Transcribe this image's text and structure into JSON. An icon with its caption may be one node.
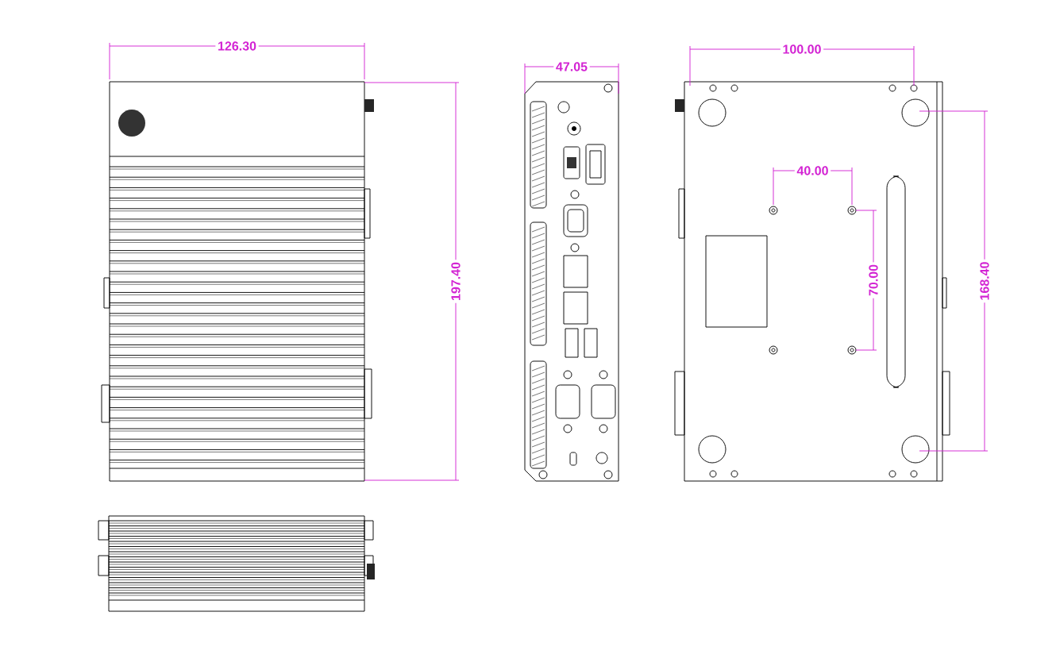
{
  "diagram": {
    "labels": [
      "126.30",
      "47.05",
      "100.00",
      "40.00",
      "197.40",
      "70.00",
      "168.40"
    ]
  }
}
